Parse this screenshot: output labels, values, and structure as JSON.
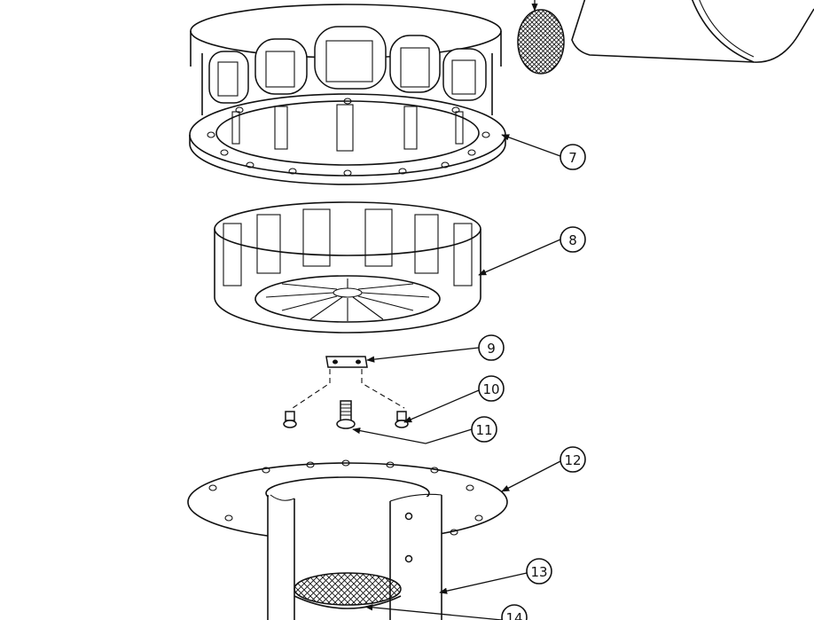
{
  "callouts": [
    {
      "id": "7",
      "label": "7"
    },
    {
      "id": "8",
      "label": "8"
    },
    {
      "id": "9",
      "label": "9"
    },
    {
      "id": "10",
      "label": "10"
    },
    {
      "id": "11",
      "label": "11"
    },
    {
      "id": "12",
      "label": "12"
    },
    {
      "id": "13",
      "label": "13"
    },
    {
      "id": "14",
      "label": "14"
    }
  ],
  "colors": {
    "line": "#111111",
    "background": "#ffffff"
  }
}
